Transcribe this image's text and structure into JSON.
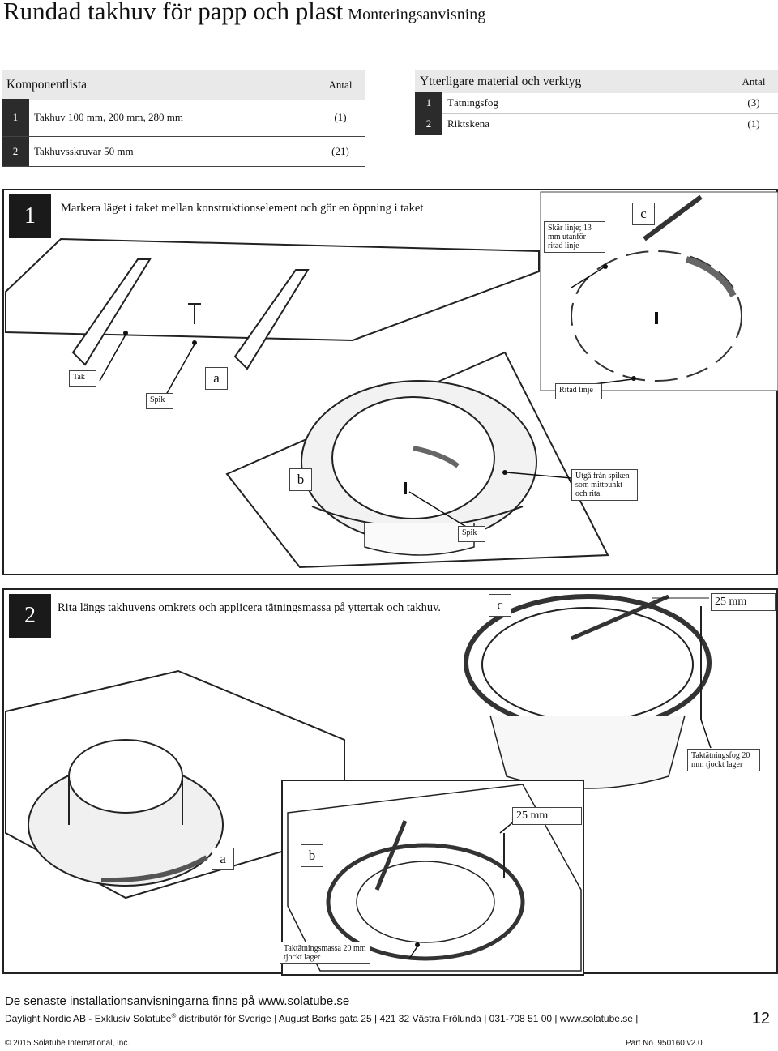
{
  "header": {
    "title": "Rundad takhuv för papp och plast",
    "subtitle": "Monteringsanvisning"
  },
  "components": {
    "title": "Komponentlista",
    "qty_header": "Antal",
    "items": [
      {
        "num": "1",
        "name": "Takhuv 100 mm, 200 mm, 280 mm",
        "qty": "(1)"
      },
      {
        "num": "2",
        "name": "Takhuvsskruvar 50 mm",
        "qty": "(21)"
      }
    ]
  },
  "materials": {
    "title": "Ytterligare material och verktyg",
    "qty_header": "Antal",
    "items": [
      {
        "num": "1",
        "name": "Tätningsfog",
        "qty": "(3)"
      },
      {
        "num": "2",
        "name": "Riktskena",
        "qty": "(1)"
      }
    ]
  },
  "step1": {
    "num": "1",
    "text": "Markera läget i taket mellan konstruktionselement och gör en öppning i taket",
    "callouts": {
      "cut": "Skär linje; 13 mm utanför ritad linje",
      "roof": "Tak",
      "nail_top": "Spik",
      "drawn_line": "Ritad linje",
      "start_from": "Utgå från spiken som mittpunkt och rita.",
      "nail_bottom": "Spik"
    },
    "letters": {
      "a": "a",
      "b": "b",
      "c": "c"
    }
  },
  "step2": {
    "num": "2",
    "text": "Rita längs takhuvens omkrets och applicera tätningsmassa på yttertak och takhuv.",
    "callouts": {
      "mm_top": "25 mm",
      "sealant_fog": "Taktätningsfog 20 mm tjockt lager",
      "mm_mid": "25 mm",
      "sealant_mass": "Taktätningsmassa 20 mm tjockt lager"
    },
    "letters": {
      "a": "a",
      "b": "b",
      "c": "c"
    }
  },
  "footer": {
    "latest": "De senaste installationsanvisningarna finns på www.solatube.se",
    "company_a": "Daylight Nordic AB - Exklusiv Solatube",
    "reg": "®",
    "company_b": " distributör för Sverige",
    "address": "August Barks gata 25",
    "zip": "421 32 Västra Frölunda",
    "phone": "031-708 51 00",
    "web": "www.solatube.se",
    "page": "12",
    "copyright": "© 2015 Solatube International, Inc.",
    "part": "Part No. 950160 v2.0"
  }
}
